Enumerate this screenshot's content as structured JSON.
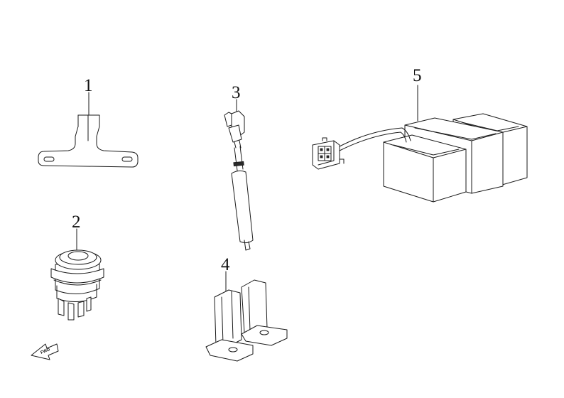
{
  "callouts": [
    {
      "id": 1,
      "label": "1"
    },
    {
      "id": 2,
      "label": "2"
    },
    {
      "id": 3,
      "label": "3"
    },
    {
      "id": 4,
      "label": "4"
    },
    {
      "id": 5,
      "label": "5"
    }
  ],
  "direction_marker": {
    "text": "FWD",
    "icon": "forward-arrow-icon"
  }
}
